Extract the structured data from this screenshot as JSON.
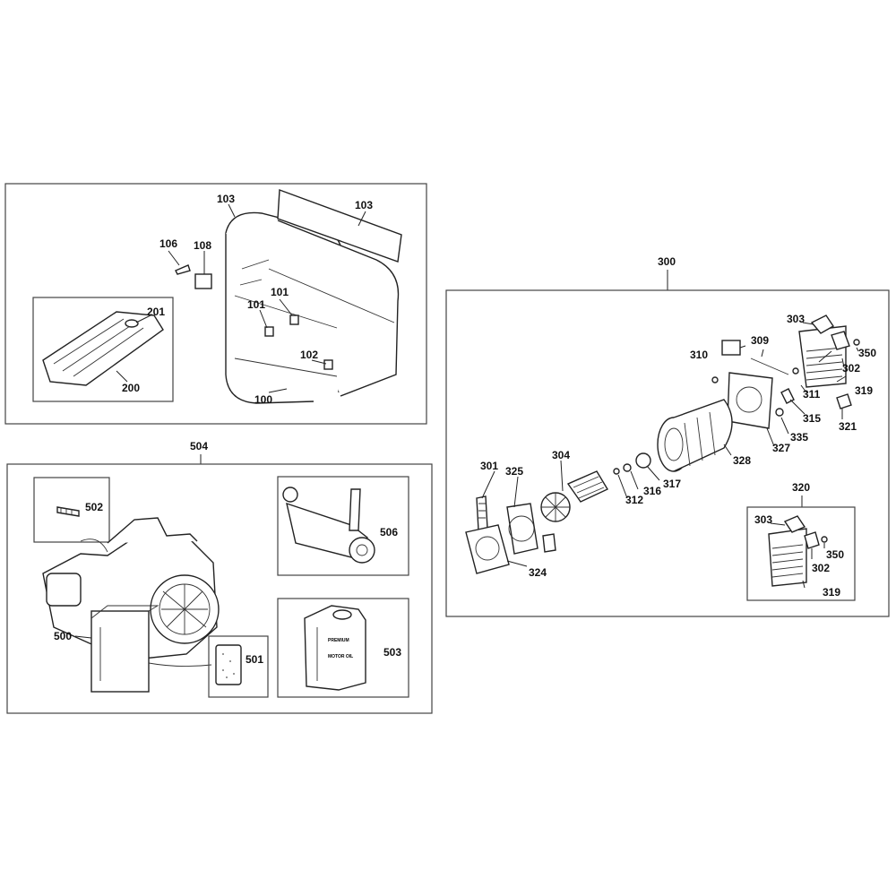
{
  "diagram": {
    "labels": {
      "103a": "103",
      "103b": "103",
      "106": "106",
      "108": "108",
      "101a": "101",
      "101b": "101",
      "102": "102",
      "100": "100",
      "201": "201",
      "200": "200",
      "504": "504",
      "502": "502",
      "500": "500",
      "501": "501",
      "506": "506",
      "503": "503",
      "300": "300",
      "303": "303",
      "350": "350",
      "309": "309",
      "310": "310",
      "302": "302",
      "311": "311",
      "319": "319",
      "315": "315",
      "321": "321",
      "335": "335",
      "327": "327",
      "328": "328",
      "304": "304",
      "301": "301",
      "325": "325",
      "317": "317",
      "316": "316",
      "312": "312",
      "320": "320",
      "324": "324",
      "303s": "303",
      "302s": "302",
      "350s": "350",
      "319s": "319"
    },
    "container_text": {
      "oil_brand": "PREMIUM",
      "oil_name": "MOTOR OIL"
    }
  }
}
